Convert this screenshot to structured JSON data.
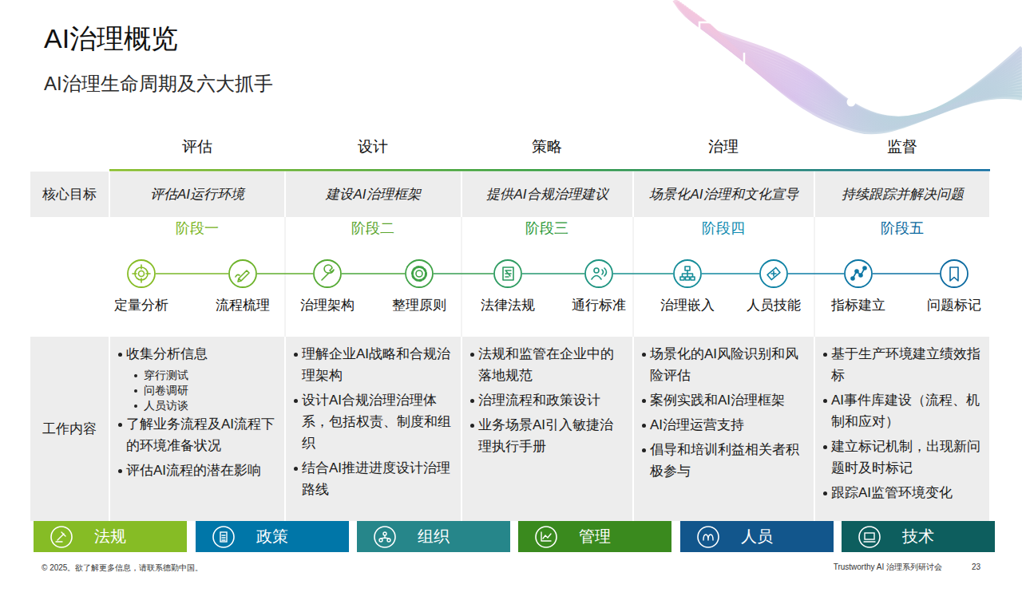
{
  "diagram": {
    "title": "AI治理概览",
    "nodes": [
      {
        "text": [
          "核心目标"
        ]
      },
      {
        "text": [
          "评估AI运行环境"
        ]
      },
      {
        "text": [
          "建设AI治理框架"
        ]
      },
      {
        "text": [
          "提供AI合规治理建议"
        ]
      },
      {
        "text": [
          "场景化AI治理和文化宣导"
        ]
      },
      {
        "text": [
          "持续跟踪并解决问题"
        ]
      },
      {
        "text": [
          "定量分析"
        ]
      },
      {
        "text": [
          "流程梳理"
        ]
      },
      {
        "text": [
          "治理架构"
        ]
      },
      {
        "text": [
          "整理原则"
        ]
      },
      {
        "text": [
          "法律法规"
        ]
      },
      {
        "text": [
          "通行标准"
        ]
      },
      {
        "text": [
          "治理嵌入"
        ]
      },
      {
        "text": [
          "人员技能"
        ]
      },
      {
        "text": [
          "指标建立"
        ]
      },
      {
        "text": [
          "问题标记"
        ]
      },
      {
        "text": [
          "工作内容"
        ]
      },
      {
        "text": [
          "收集分析信息",
          "穿行测试",
          "问卷调研",
          "人员访谈",
          "了解业务流程及AI流程下的环境准备状况",
          "评估AI流程的潜在影响"
        ]
      },
      {
        "text": [
          "理解企业AI战略和合规治理架构",
          "设计AI合规治理治理体系，包括权责、制度和组织",
          "结合AI推进进度设计治理路线"
        ]
      },
      {
        "text": [
          "法规和监管在企业中的落地规范",
          "治理流程和政策设计",
          "业务场景AI引入敏捷治理执行手册"
        ]
      },
      {
        "text": [
          "场景化的AI风险识别和风险评估",
          "案例实践和AI治理框架",
          "AI治理运营支持",
          "倡导和培训利益相关者积极参与"
        ]
      },
      {
        "text": [
          "基于生产环境建立绩效指标",
          "AI事件库建设（流程、机制和应对）",
          "建立标记机制，出现新问题时及时标记",
          "跟踪AI监管环境变化"
        ]
      },
      {
        "text": [
          "法规"
        ]
      },
      {
        "text": [
          "政策"
        ]
      },
      {
        "text": [
          "组织"
        ]
      },
      {
        "text": [
          "管理"
        ]
      },
      {
        "text": [
          "人员"
        ]
      },
      {
        "text": [
          "技术"
        ]
      }
    ],
    "edges": [
      {
        "from": 6,
        "to": 7,
        "arrow": "none"
      },
      {
        "from": 7,
        "to": 8,
        "arrow": "none"
      },
      {
        "from": 8,
        "to": 9,
        "arrow": "none"
      },
      {
        "from": 9,
        "to": 10,
        "arrow": "none"
      },
      {
        "from": 10,
        "to": 11,
        "arrow": "none"
      },
      {
        "from": 11,
        "to": 12,
        "arrow": "none"
      },
      {
        "from": 12,
        "to": 13,
        "arrow": "none"
      },
      {
        "from": 13,
        "to": 14,
        "arrow": "none"
      },
      {
        "from": 14,
        "to": 15,
        "arrow": "none"
      }
    ],
    "labels": [
      "AI治理生命周期及六大抓手",
      "评估",
      "设计",
      "策略",
      "治理",
      "监督",
      "阶段一",
      "阶段二",
      "阶段三",
      "阶段四",
      "阶段五",
      "© 2025。欲了解更多信息，请联系德勤中国。",
      "Trustworthy AI 治理系列研讨会",
      "23"
    ]
  }
}
